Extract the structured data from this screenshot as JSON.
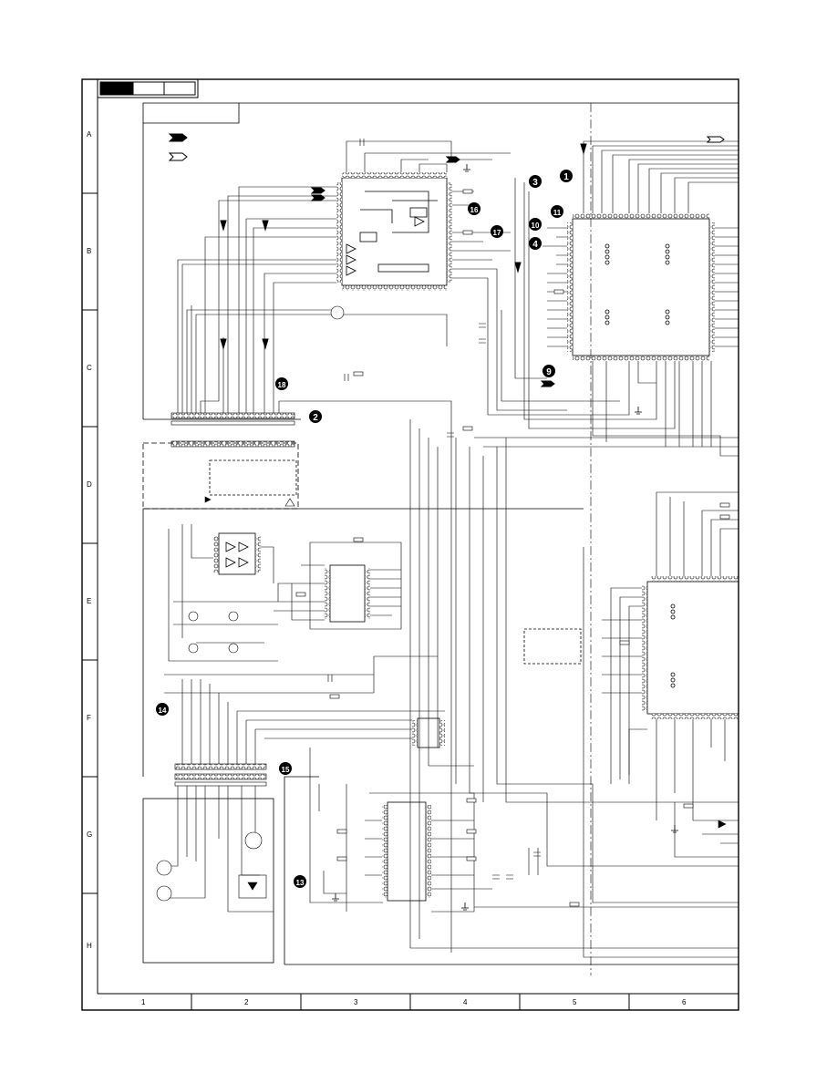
{
  "sheet": {
    "row_markers": [
      "A",
      "B",
      "C",
      "D",
      "E",
      "F",
      "G",
      "H"
    ],
    "column_markers": [
      "1",
      "2",
      "3",
      "4",
      "5",
      "6"
    ],
    "callouts": [
      "1",
      "2",
      "3",
      "4",
      "9",
      "10",
      "11",
      "13",
      "14",
      "15",
      "16",
      "17",
      "18"
    ],
    "colors": {
      "ink": "#000000",
      "paper": "#ffffff",
      "title_fill": "#000000"
    }
  }
}
